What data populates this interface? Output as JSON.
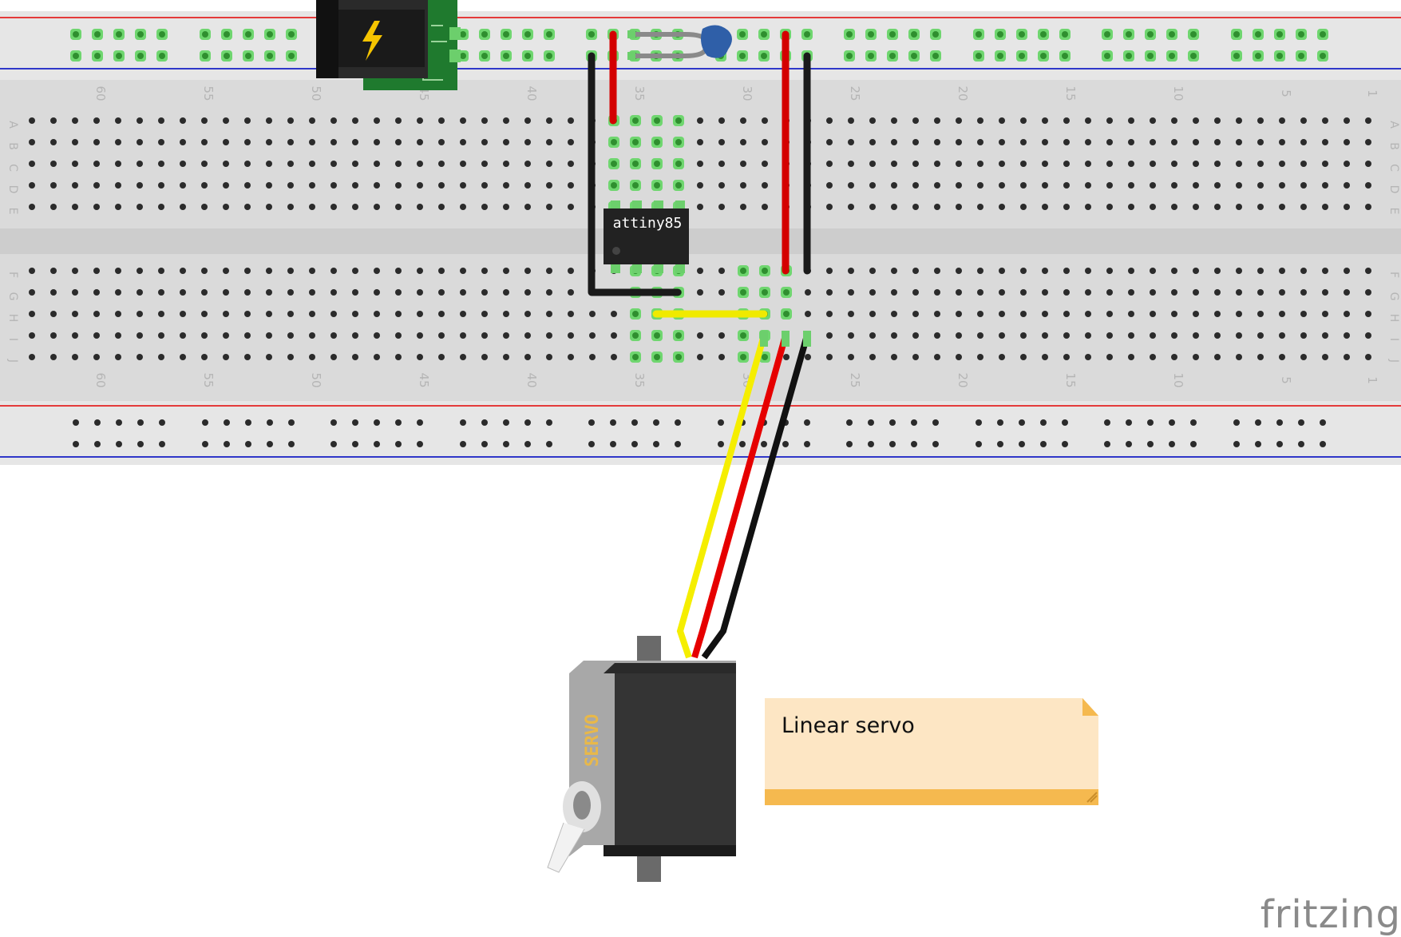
{
  "app": {
    "brand": "fritzing"
  },
  "breadboard": {
    "row_letters_top": [
      "A",
      "B",
      "C",
      "D",
      "E"
    ],
    "row_letters_bottom": [
      "F",
      "G",
      "H",
      "I",
      "J"
    ],
    "column_numbers": [
      "60",
      "55",
      "50",
      "45",
      "40",
      "35",
      "30",
      "25",
      "20",
      "15",
      "10",
      "5",
      "1"
    ]
  },
  "chip": {
    "label": "attiny85"
  },
  "servo": {
    "label": "SERVO",
    "wire_colors": [
      "#f5ee00",
      "#e60000",
      "#111111"
    ]
  },
  "note": {
    "text": "Linear servo"
  },
  "colors": {
    "power_rail_red": "#e43b3b",
    "ground_rail_blue": "#2f37c9",
    "connected_hole": "#6fd66f",
    "wire_red": "#d40000",
    "wire_black": "#1a1a1a",
    "wire_yellow": "#f0ea00",
    "note_background": "#fde6c4",
    "note_accent": "#f5b94f"
  }
}
